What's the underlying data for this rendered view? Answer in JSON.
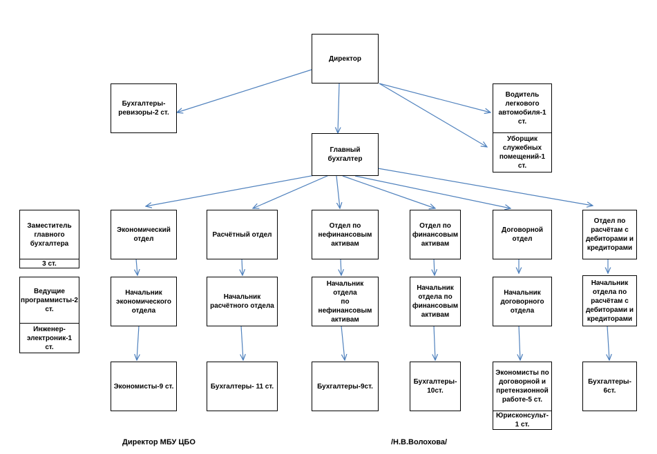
{
  "nodes": {
    "director": "Директор",
    "auditors": "Бухгалтеры-\nревизоры-2 ст.",
    "driver": "Водитель\nлегкового\nавтомобиля-1\nст.",
    "cleaner": "Уборщик\nслужебных\nпомещений-1\nст.",
    "chief_accountant": "Главный\nбухгалтер",
    "deputy": "Заместитель\nглавного\nбухгалтера",
    "deputy_count": "3 ст.",
    "programmers": "Ведущие\nпрограммисты-2\nст.",
    "engineer": "Инженер-\nэлектроник-1 ст.",
    "economic_dept": "Экономический\nотдел",
    "settlement_dept": "Расчётный отдел",
    "nonfinancial_dept": "Отдел по\nнефинансовым\nактивам",
    "financial_dept": "Отдел по\nфинансовым\nактивам",
    "contract_dept": "Договорной\nотдел",
    "debtors_dept": "Отдел по\nрасчётам с\nдебиторами и\nкредиторами",
    "economic_head": "Начальник\nэкономического\nотдела",
    "settlement_head": "Начальник\nрасчётного отдела",
    "nonfinancial_head": "Начальник отдела\nпо\nнефинансовым\nактивам",
    "financial_head": "Начальник\nотдела по\nфинансовым\nактивам",
    "contract_head": "Начальник\nдоговорного\nотдела",
    "debtors_head": "Начальник\nотдела по\nрасчётам с\nдебиторами и\nкредиторами",
    "economists": "Экономисты-9 ст.",
    "settlement_accountants": "Бухгалтеры- 11 ст.",
    "nonfinancial_accountants": "Бухгалтеры-9ст.",
    "financial_accountants": "Бухгалтеры-\n10ст.",
    "contract_economists": "Экономисты по\nдоговорной и\nпретензионной\nработе-5 ст.",
    "legal": "Юрисконсульт-\n1 ст.",
    "debtors_accountants": "Бухгалтеры-\n6ст."
  },
  "signature": {
    "position": "Директор МБУ ЦБО",
    "name": "/Н.В.Волохова/"
  },
  "colors": {
    "connector": "#4f81bd",
    "border": "#000000"
  }
}
